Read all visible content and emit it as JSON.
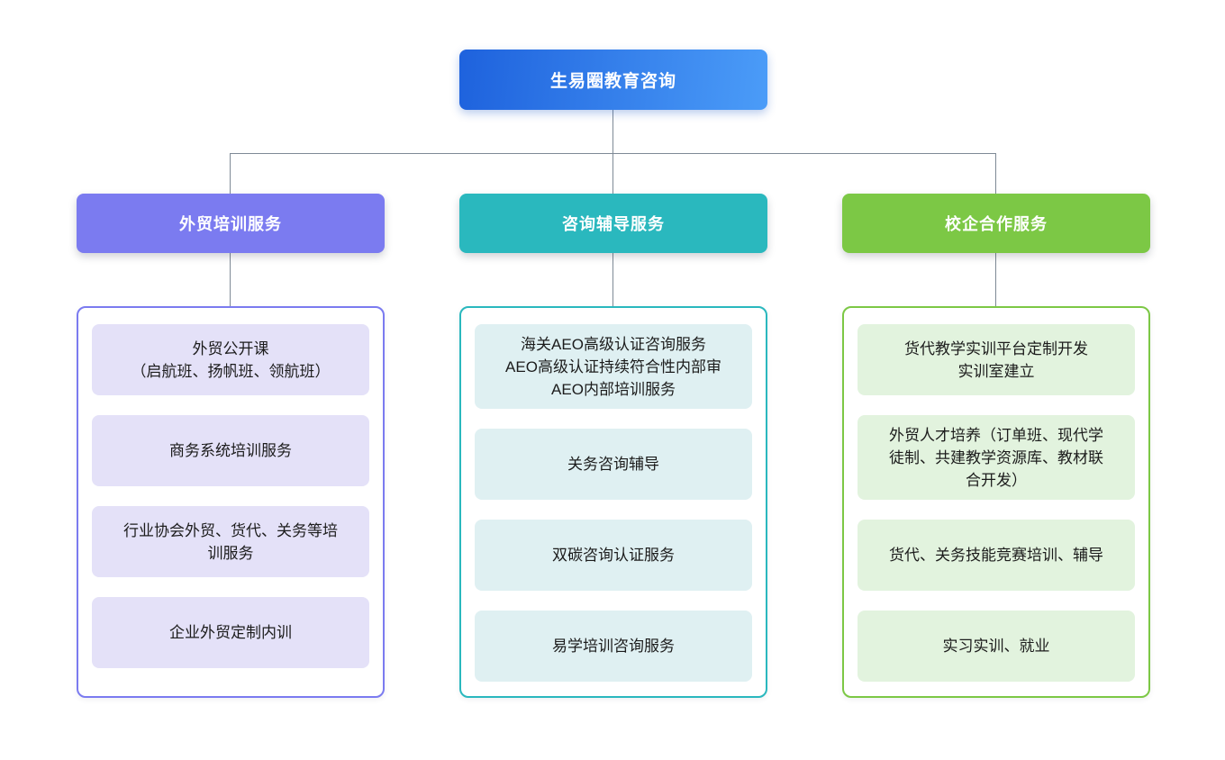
{
  "root": {
    "label": "生易圈教育咨询"
  },
  "colors": {
    "root_gradient": "linear-gradient(96deg, #1e62dd 0%, #4b9cf8 100%)",
    "connector": "#7e8a96",
    "item_text": "#1c1c1c"
  },
  "branches": [
    {
      "label": "外贸培训服务",
      "color": "#7b7bf0",
      "item_bg": "#e4e1f8",
      "items": [
        "外贸公开课\n（启航班、扬帆班、领航班）",
        "商务系统培训服务",
        "行业协会外贸、货代、关务等培\n训服务",
        "企业外贸定制内训"
      ]
    },
    {
      "label": "咨询辅导服务",
      "color": "#2ab8be",
      "item_bg": "#dff0f2",
      "items": [
        "海关AEO高级认证咨询服务\nAEO高级认证持续符合性内部审\nAEO内部培训服务",
        "关务咨询辅导",
        "双碳咨询认证服务",
        "易学培训咨询服务"
      ]
    },
    {
      "label": "校企合作服务",
      "color": "#7cc845",
      "item_bg": "#e2f3de",
      "items": [
        "货代教学实训平台定制开发\n实训室建立",
        "外贸人才培养（订单班、现代学\n徒制、共建教学资源库、教材联\n合开发）",
        "货代、关务技能竞赛培训、辅导",
        "实习实训、就业"
      ]
    }
  ]
}
